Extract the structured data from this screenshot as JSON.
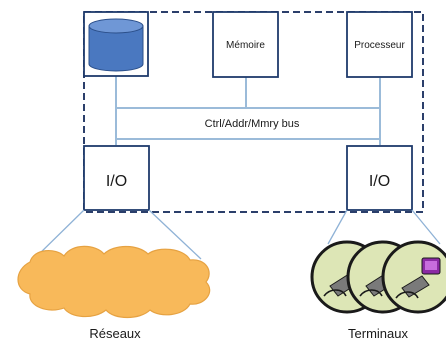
{
  "diagram": {
    "memory_label": "Mémoire",
    "processor_label": "Processeur",
    "bus_label": "Ctrl/Addr/Mmry bus",
    "io_left_label": "I/O",
    "io_right_label": "I/O",
    "network_label": "Réseaux",
    "terminals_label": "Terminaux"
  },
  "colors": {
    "frame_dash": "#2b3f6b",
    "box_border": "#1f3a6b",
    "bus_line": "#9bbbd9",
    "disk_fill": "#4a78c0",
    "disk_top": "#6f97d6",
    "cloud_fill": "#f8b95a",
    "cloud_stroke": "#e6a242",
    "terminal_ring": "#1a1a1a",
    "terminal_fill": "#dde6b6",
    "monitor": "#8b2aa4"
  },
  "icons": [
    "disk-icon",
    "network-cloud-icon",
    "terminal-icon"
  ]
}
